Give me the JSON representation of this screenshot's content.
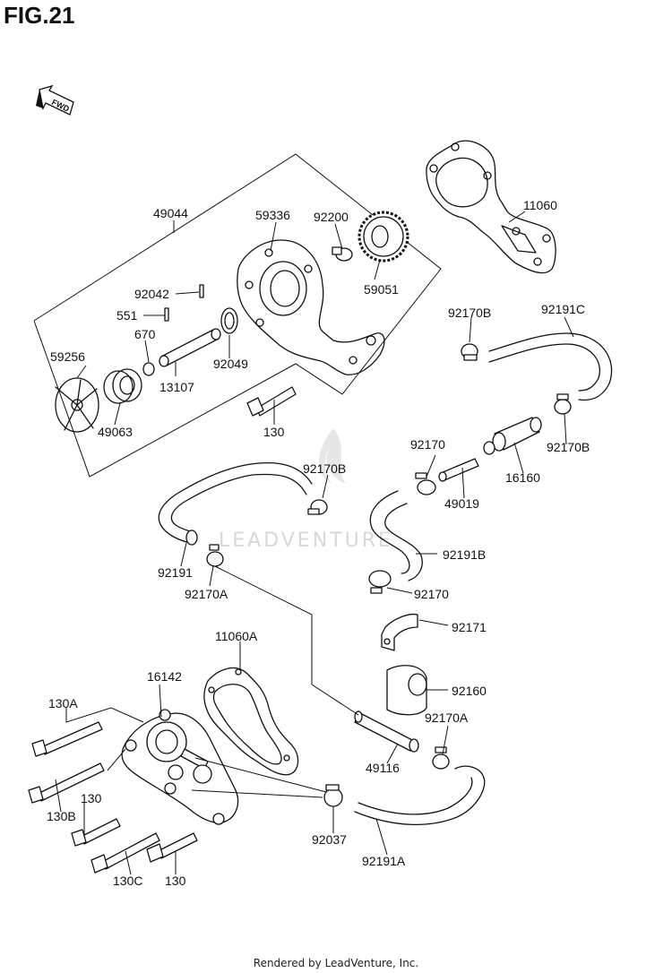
{
  "figure_title": "FIG.21",
  "direction_label": "FWD",
  "watermark": "LEADVENTURE",
  "footer": "Rendered by LeadVenture, Inc.",
  "parts": {
    "p49044": "49044",
    "p59336": "59336",
    "p92200": "92200",
    "p11060": "11060",
    "p59051": "59051",
    "p92042": "92042",
    "p551": "551",
    "p670": "670",
    "p59256": "59256",
    "p92049": "92049",
    "p13107": "13107",
    "p49063": "49063",
    "p130_top": "130",
    "p92170B_1": "92170B",
    "p92191C": "92191C",
    "p92170B_2": "92170B",
    "p92170_1": "92170",
    "p16160": "16160",
    "p49019": "49019",
    "p92170B_3": "92170B",
    "p92191B": "92191B",
    "p92191": "92191",
    "p92170A_1": "92170A",
    "p92170_2": "92170",
    "p92171": "92171",
    "p11060A": "11060A",
    "p16142": "16142",
    "p92160": "92160",
    "p130A": "130A",
    "p92170A_2": "92170A",
    "p49116": "49116",
    "p130B": "130B",
    "p130_mid": "130",
    "p92037": "92037",
    "p92191A": "92191A",
    "p130C": "130C",
    "p130_bot": "130"
  }
}
